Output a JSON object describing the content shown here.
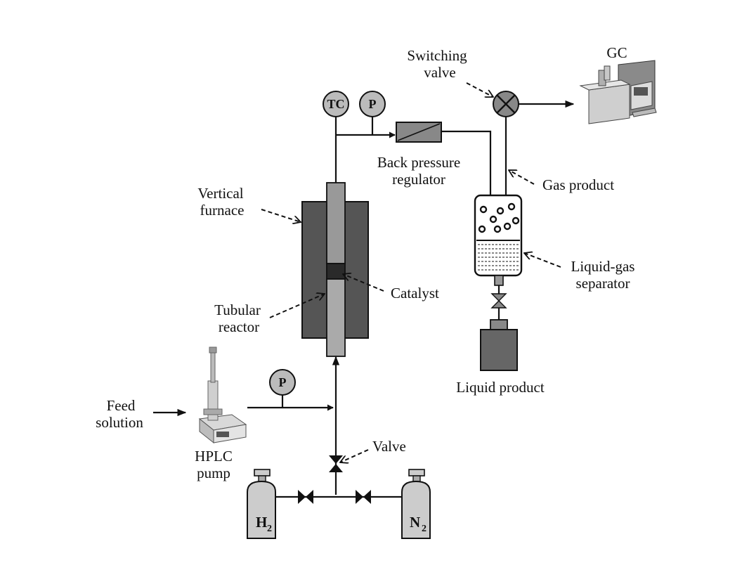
{
  "labels": {
    "switching_valve": [
      "Switching",
      "valve"
    ],
    "gc": "GC",
    "back_pressure_regulator": [
      "Back pressure",
      "regulator"
    ],
    "gas_product": "Gas product",
    "vertical_furnace": [
      "Vertical",
      "furnace"
    ],
    "catalyst": "Catalyst",
    "liquid_gas_separator": [
      "Liquid-gas",
      "separator"
    ],
    "tubular_reactor": [
      "Tubular",
      "reactor"
    ],
    "liquid_product": "Liquid product",
    "feed_solution": [
      "Feed",
      "solution"
    ],
    "hplc_pump": [
      "HPLC",
      "pump"
    ],
    "valve": "Valve"
  },
  "gauges": {
    "tc": "TC",
    "p_top": "P",
    "p_feed": "P"
  },
  "cylinders": {
    "h2_symbol": "H",
    "h2_sub": "2",
    "n2_symbol": "N",
    "n2_sub": "2"
  }
}
